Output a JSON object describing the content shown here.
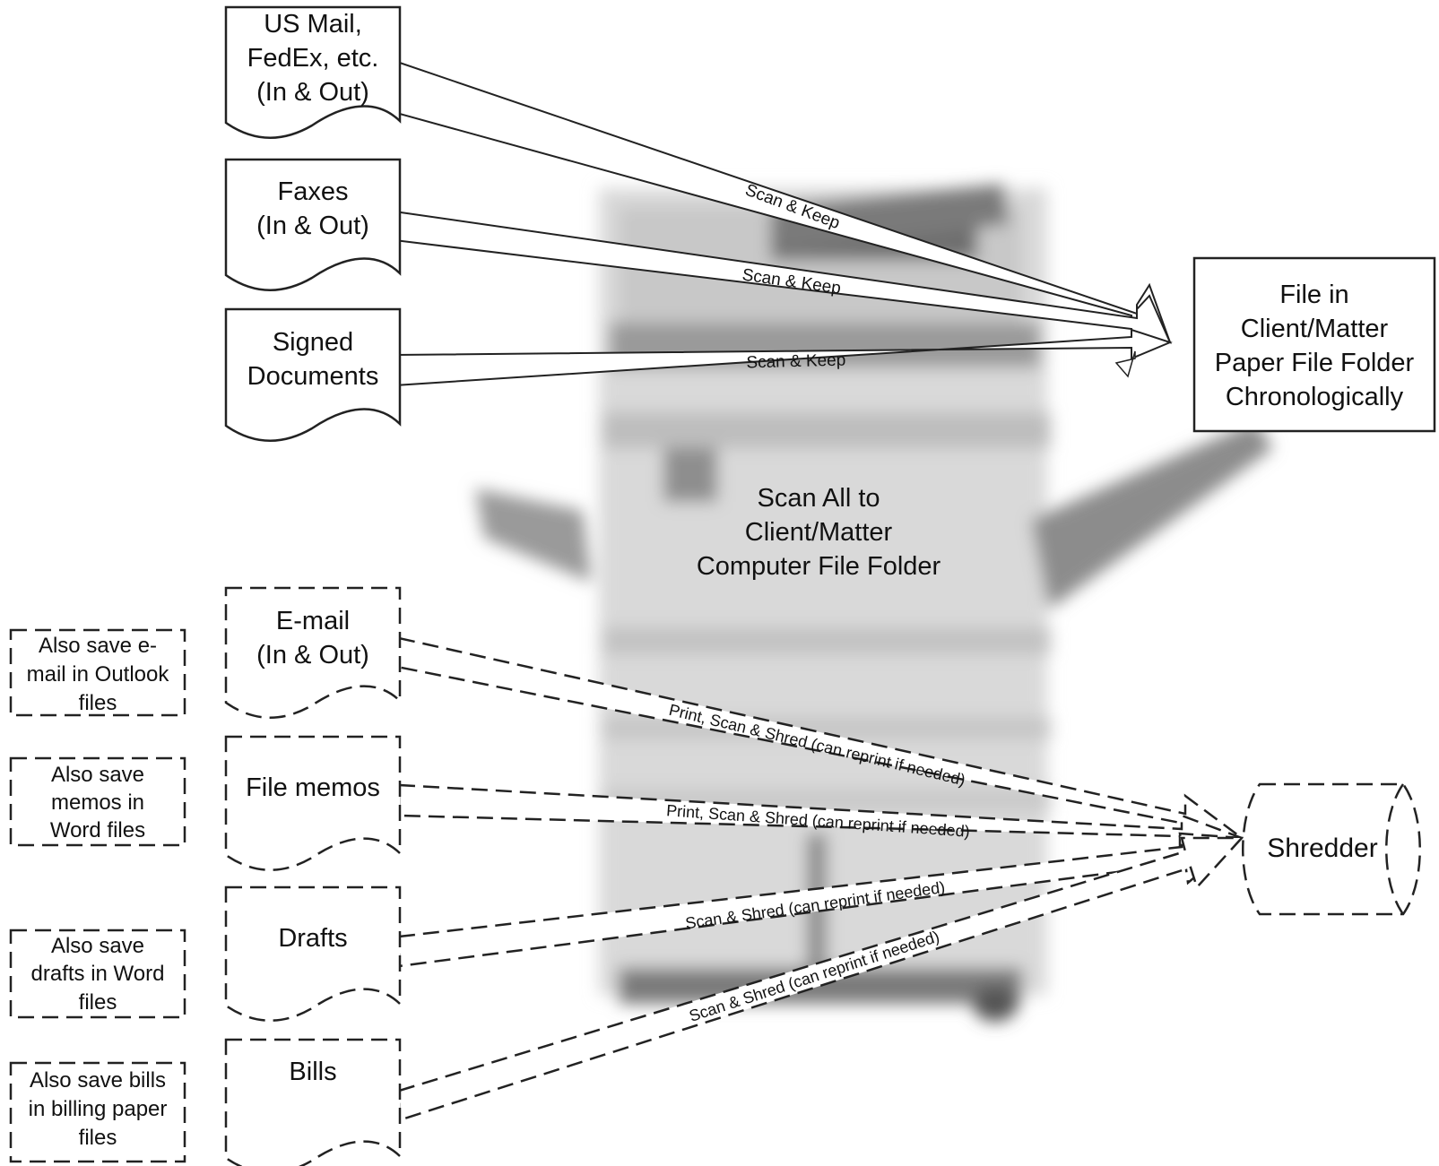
{
  "center": {
    "lines": [
      "Scan All to",
      "Client/Matter",
      "Computer File Folder"
    ]
  },
  "paper_sources": [
    {
      "lines": [
        "US Mail,",
        "FedEx, etc.",
        "(In & Out)"
      ],
      "flow": "Scan & Keep"
    },
    {
      "lines": [
        "Faxes",
        "(In & Out)"
      ],
      "flow": "Scan & Keep"
    },
    {
      "lines": [
        "Signed",
        "Documents"
      ],
      "flow": "Scan & Keep"
    }
  ],
  "file_target": {
    "lines": [
      "File in",
      "Client/Matter",
      "Paper File Folder",
      "Chronologically"
    ]
  },
  "electronic_sources": [
    {
      "lines": [
        "E-mail",
        "(In & Out)"
      ],
      "flow": "Print, Scan & Shred (can reprint if needed)",
      "note": [
        "Also save e-",
        "mail in Outlook",
        "files"
      ]
    },
    {
      "lines": [
        "File memos"
      ],
      "flow": "Print, Scan & Shred (can reprint if needed)",
      "note": [
        "Also save",
        "memos in",
        "Word files"
      ]
    },
    {
      "lines": [
        "Drafts"
      ],
      "flow": "Scan & Shred (can reprint if needed)",
      "note": [
        "Also save",
        "drafts in Word",
        "files"
      ]
    },
    {
      "lines": [
        "Bills"
      ],
      "flow": "Scan & Shred (can reprint if needed)",
      "note": [
        "Also save bills",
        "in billing paper",
        "files"
      ]
    }
  ],
  "shredder": {
    "label": "Shredder"
  }
}
